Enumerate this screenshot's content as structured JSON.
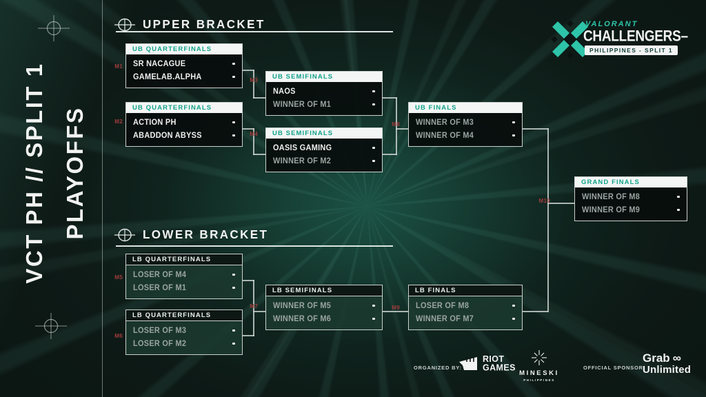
{
  "side_title": {
    "line1": "VCT PH // SPLIT 1",
    "line2": "PLAYOFFS"
  },
  "sections": {
    "upper": "UPPER BRACKET",
    "lower": "LOWER BRACKET"
  },
  "header_logo": {
    "valorant": "VALORANT",
    "challengers": "CHALLENGERS–",
    "region": "PHILIPPINES - SPLIT 1"
  },
  "matches": [
    {
      "id": "M1",
      "round": "UB QUARTERFINALS",
      "slots": [
        "SR NACAGUE",
        "GAMELAB.ALPHA"
      ]
    },
    {
      "id": "M2",
      "round": "UB QUARTERFINALS",
      "slots": [
        "ACTION PH",
        "ABADDON ABYSS"
      ]
    },
    {
      "id": "M3",
      "round": "UB SEMIFINALS",
      "slots": [
        "NAOS",
        "WINNER OF M1"
      ]
    },
    {
      "id": "M4",
      "round": "UB SEMIFINALS",
      "slots": [
        "OASIS GAMING",
        "WINNER OF M2"
      ]
    },
    {
      "id": "M8",
      "round": "UB FINALS",
      "slots": [
        "WINNER OF M3",
        "WINNER OF M4"
      ]
    },
    {
      "id": "M10",
      "round": "GRAND FINALS",
      "slots": [
        "WINNER OF M8",
        "WINNER OF M9"
      ]
    },
    {
      "id": "M5",
      "round": "LB QUARTERFINALS",
      "slots": [
        "LOSER OF M4",
        "LOSER OF M1"
      ]
    },
    {
      "id": "M6",
      "round": "LB QUARTERFINALS",
      "slots": [
        "LOSER OF M3",
        "LOSER OF M2"
      ]
    },
    {
      "id": "M7",
      "round": "LB SEMIFINALS",
      "slots": [
        "WINNER OF M5",
        "WINNER OF M6"
      ]
    },
    {
      "id": "M9",
      "round": "LB FINALS",
      "slots": [
        "LOSER OF M8",
        "WINNER OF M7"
      ]
    }
  ],
  "footer": {
    "organized_by": "ORGANIZED BY:",
    "riot_line1": "RIOT",
    "riot_line2": "GAMES",
    "mineski": "MINESKI",
    "mineski_sub": "PHILIPPINES",
    "official_sponsor": "OFFICIAL SPONSOR:",
    "grab": "Grab",
    "grab_sub": "Unlimited"
  },
  "colors": {
    "accent_teal": "#2ec4a9",
    "round_header_teal": "#12a18a",
    "match_label_red": "#a03c3c",
    "lb_body_green": "#1b3930",
    "background": "#0b1512"
  }
}
